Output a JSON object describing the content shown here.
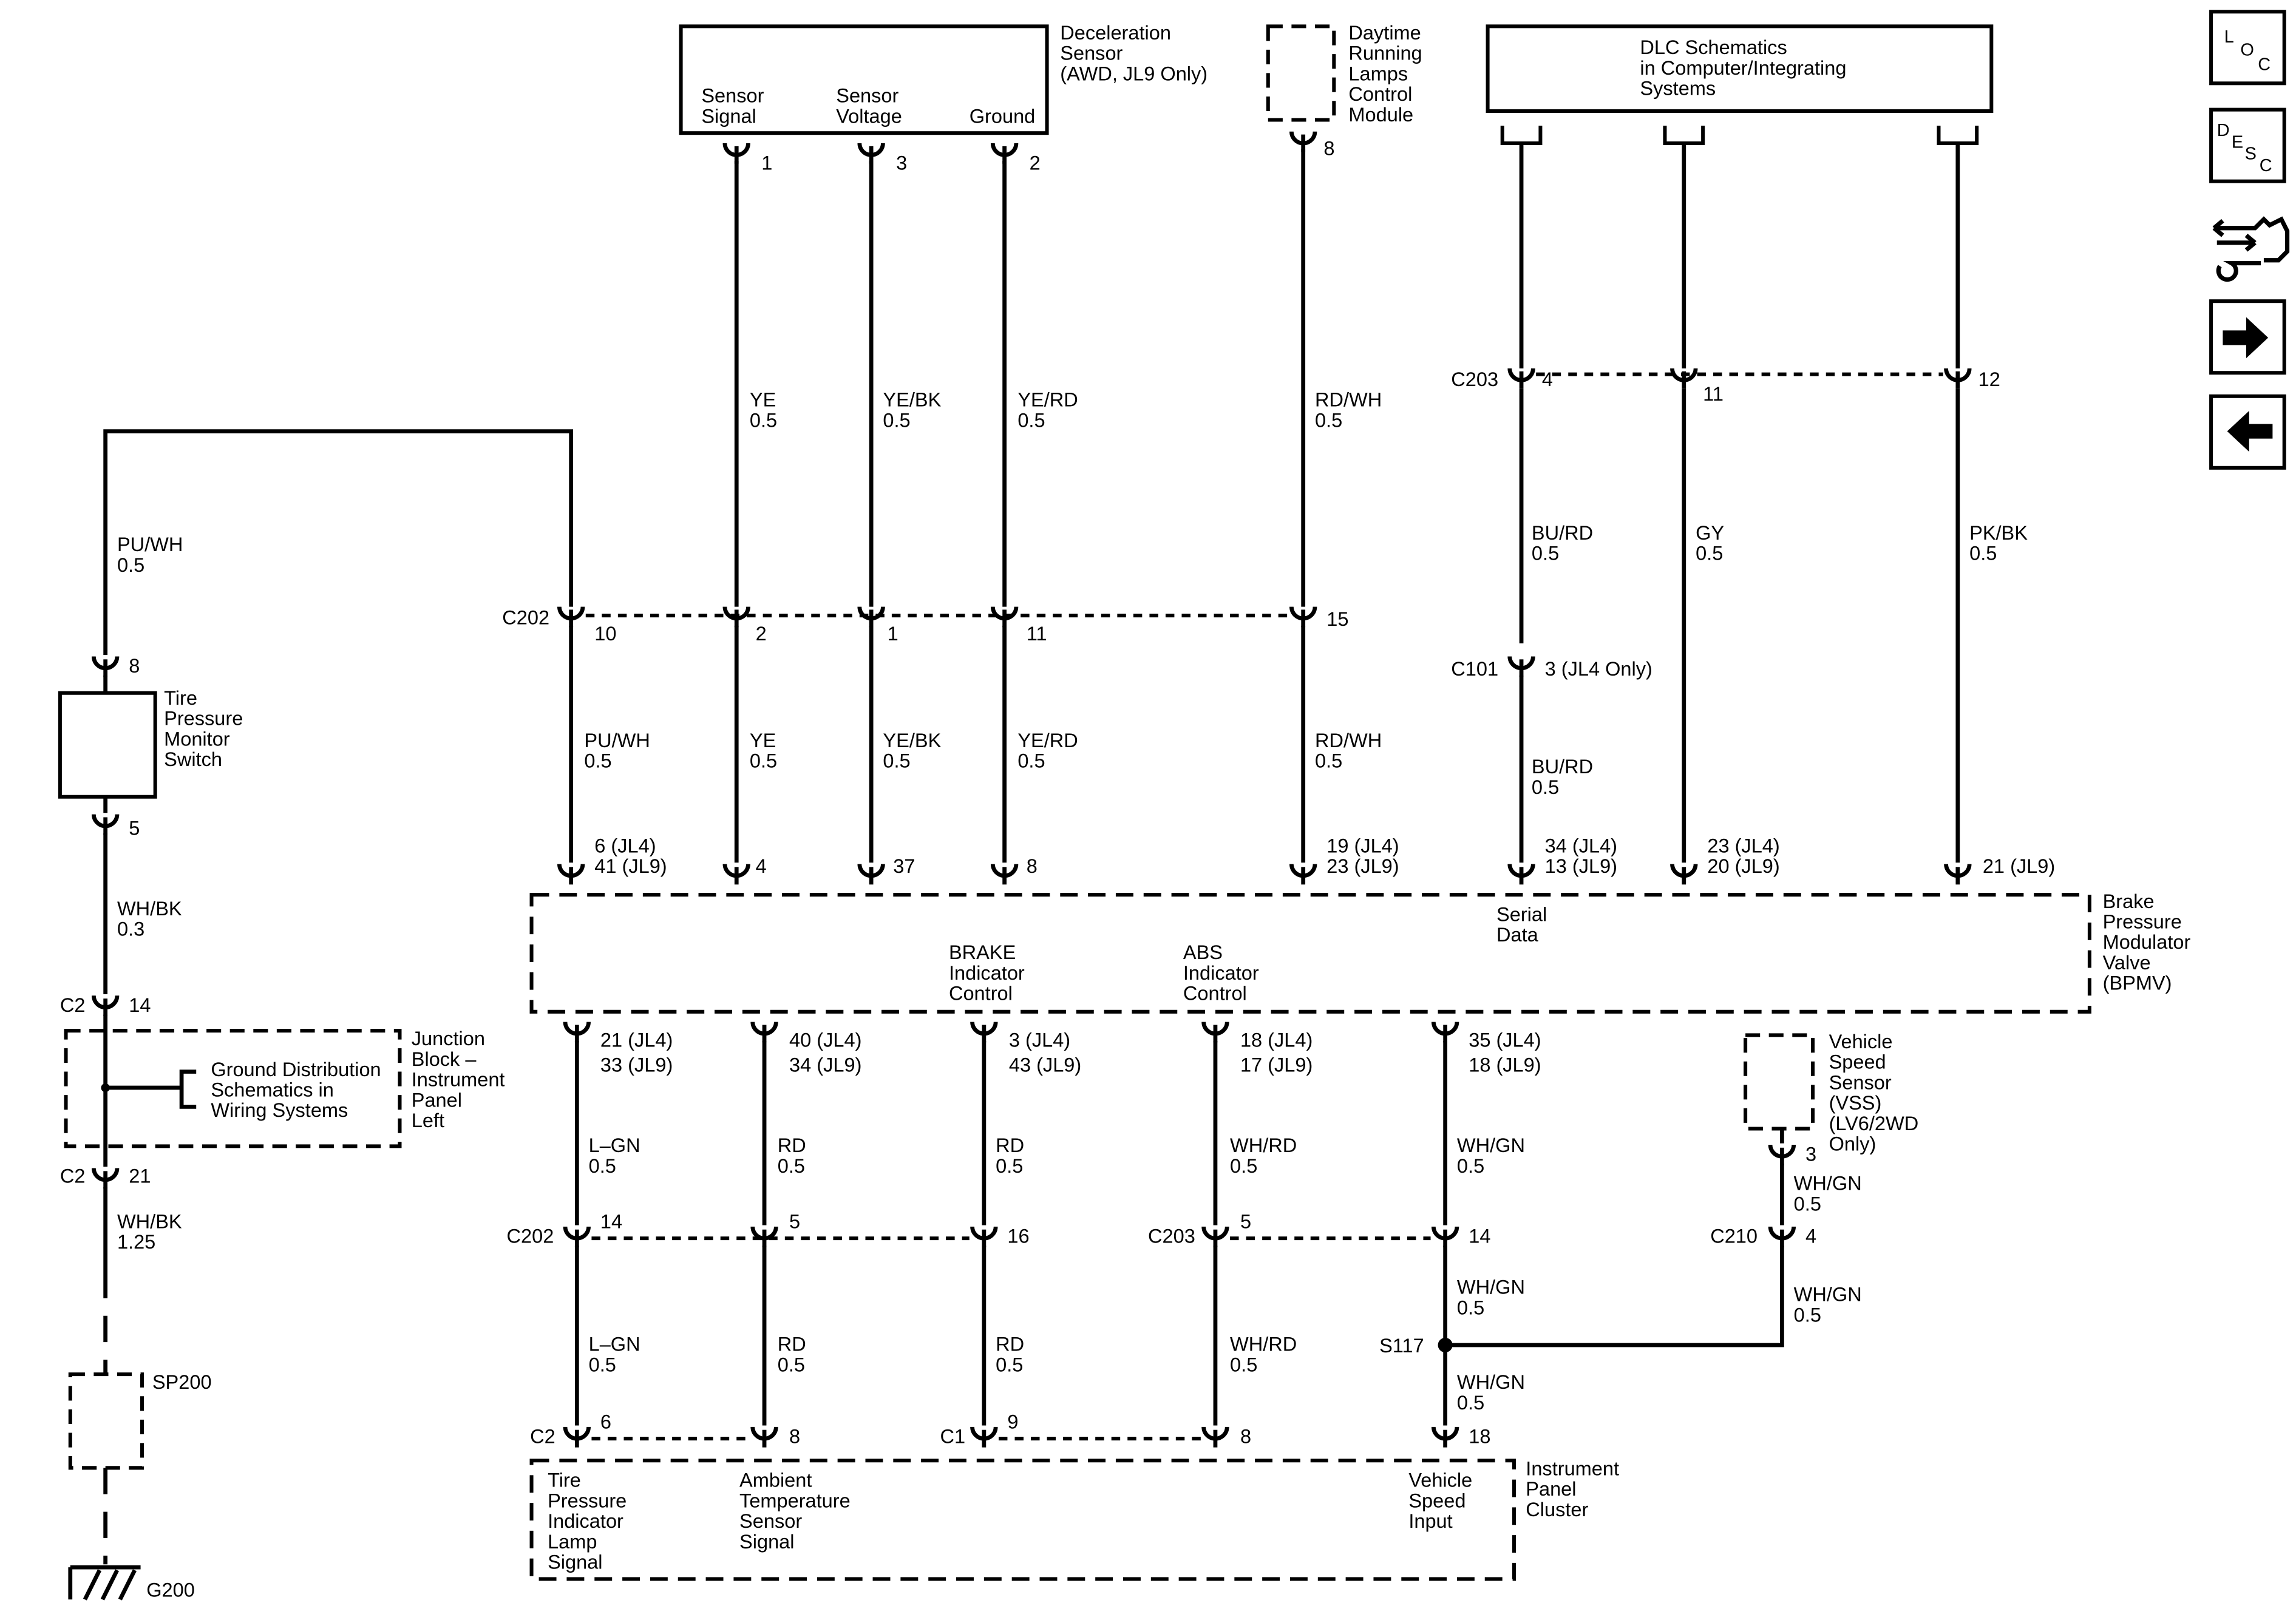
{
  "components": {
    "decel_sensor": {
      "title": [
        "Deceleration",
        "Sensor",
        "(AWD, JL9 Only)"
      ],
      "pins": [
        [
          "Sensor",
          "Signal"
        ],
        [
          "Sensor",
          "Voltage"
        ],
        [
          "Ground"
        ]
      ]
    },
    "drl_module": [
      "Daytime",
      "Running",
      "Lamps",
      "Control",
      "Module"
    ],
    "dlc": [
      "DLC Schematics",
      "in Computer/Integrating",
      "Systems"
    ],
    "tpms_switch": [
      "Tire",
      "Pressure",
      "Monitor",
      "Switch"
    ],
    "junction_block": [
      "Junction",
      "Block –",
      "Instrument",
      "Panel",
      "Left"
    ],
    "ground_dist": [
      "Ground Distribution",
      "Schematics in",
      "Wiring Systems"
    ],
    "bpmv": {
      "title": [
        "Brake",
        "Pressure",
        "Modulator",
        "Valve",
        "(BPMV)"
      ],
      "serial": [
        "Serial",
        "Data"
      ],
      "brake": [
        "BRAKE",
        "Indicator",
        "Control"
      ],
      "abs": [
        "ABS",
        "Indicator",
        "Control"
      ]
    },
    "vss": [
      "Vehicle",
      "Speed",
      "Sensor",
      "(VSS)",
      "(LV6/2WD",
      "Only)"
    ],
    "ipc": {
      "title": [
        "Instrument",
        "Panel",
        "Cluster"
      ],
      "tire": [
        "Tire",
        "Pressure",
        "Indicator",
        "Lamp",
        "Signal"
      ],
      "ambient": [
        "Ambient",
        "Temperature",
        "Sensor",
        "Signal"
      ],
      "vsi": [
        "Vehicle",
        "Speed",
        "Input"
      ]
    }
  },
  "connectors": {
    "c202": "C202",
    "c203": "C203",
    "c101": "C101",
    "c2": "C2",
    "c1": "C1",
    "c210": "C210",
    "s117": "S117",
    "sp200": "SP200",
    "g200": "G200"
  },
  "wires": {
    "pu_wh": [
      "PU/WH",
      "0.5"
    ],
    "ye": [
      "YE",
      "0.5"
    ],
    "ye_bk": [
      "YE/BK",
      "0.5"
    ],
    "ye_rd": [
      "YE/RD",
      "0.5"
    ],
    "rd_wh": [
      "RD/WH",
      "0.5"
    ],
    "bu_rd": [
      "BU/RD",
      "0.5"
    ],
    "gy": [
      "GY",
      "0.5"
    ],
    "pk_bk": [
      "PK/BK",
      "0.5"
    ],
    "wh_bk_03": [
      "WH/BK",
      "0.3"
    ],
    "wh_bk_125": [
      "WH/BK",
      "1.25"
    ],
    "l_gn": [
      "L–GN",
      "0.5"
    ],
    "rd": [
      "RD",
      "0.5"
    ],
    "wh_rd": [
      "WH/RD",
      "0.5"
    ],
    "wh_gn": [
      "WH/GN",
      "0.5"
    ]
  },
  "pins": {
    "decel": [
      "1",
      "3",
      "2"
    ],
    "drl": "8",
    "c203_top": [
      "4",
      "11",
      "12"
    ],
    "c202_top": [
      "10",
      "2",
      "1",
      "11",
      "15"
    ],
    "c101": "3 (JL4 Only)",
    "tpms": [
      "8",
      "5"
    ],
    "bpmv_top": [
      [
        "6 (JL4)",
        "41 (JL9)"
      ],
      [
        "4"
      ],
      [
        "37"
      ],
      [
        "8"
      ],
      [
        "19 (JL4)",
        "23 (JL9)"
      ],
      [
        "34 (JL4)",
        "13 (JL9)"
      ],
      [
        "23 (JL4)",
        "20 (JL9)"
      ],
      [
        "21 (JL9)"
      ]
    ],
    "bpmv_bottom": [
      [
        "21 (JL4)",
        "33 (JL9)"
      ],
      [
        "40 (JL4)",
        "34 (JL9)"
      ],
      [
        "3 (JL4)",
        "43 (JL9)"
      ],
      [
        "18 (JL4)",
        "17 (JL9)"
      ],
      [
        "35 (JL4)",
        "18 (JL9)"
      ]
    ],
    "c2_14": "14",
    "c2_21": "21",
    "c202_low": [
      "14",
      "5",
      "16"
    ],
    "c203_low": [
      "5",
      "14"
    ],
    "vss": "3",
    "c210": "4",
    "ipc": [
      "6",
      "8",
      "9",
      "8",
      "18"
    ]
  },
  "nav": {
    "loc": [
      "L",
      "O",
      "C"
    ],
    "desc": [
      "D",
      "E",
      "S",
      "C"
    ],
    "tool_icon": "connector-wrench-icon",
    "next_icon": "arrow-right-icon",
    "prev_icon": "arrow-left-icon"
  }
}
